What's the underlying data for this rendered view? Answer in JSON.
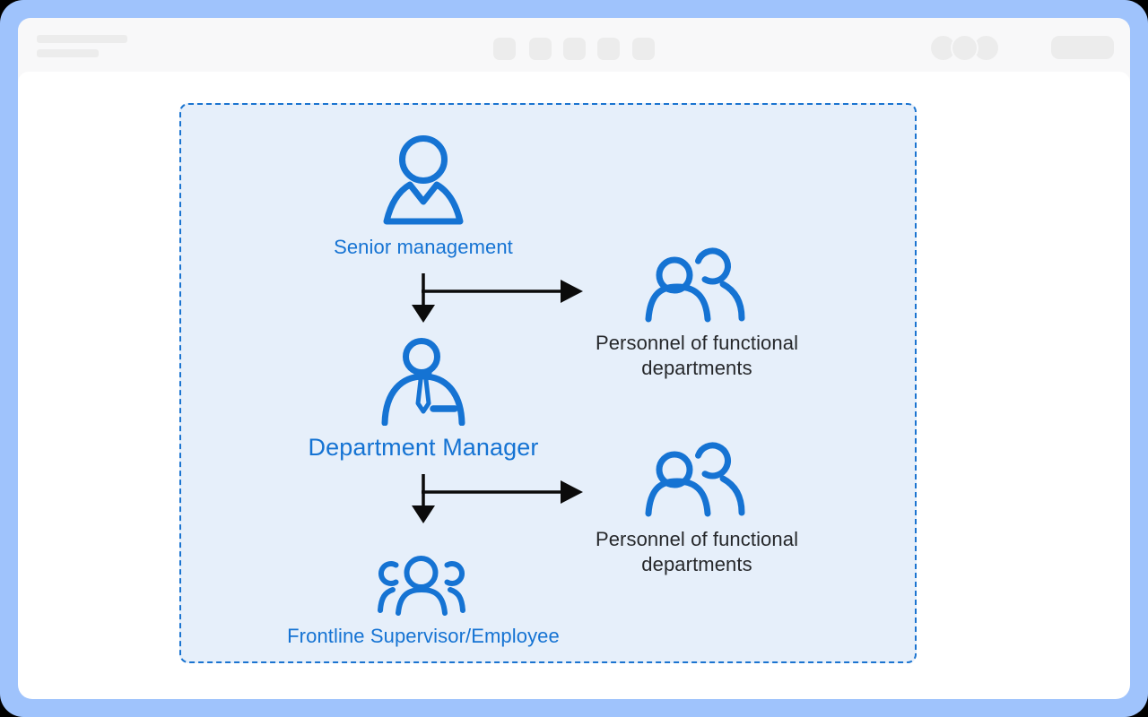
{
  "colors": {
    "accent_blue": "#1573D3",
    "frame_blue": "#9FC3FC",
    "chrome_bg": "#F8F8F9",
    "chrome_item": "#ECECEC",
    "panel_fill": "#E6EFFA",
    "panel_border": "#1B74D0",
    "dark_text": "#26282B",
    "arrow_black": "#0B0B0B"
  },
  "diagram": {
    "senior": {
      "label": "Senior management",
      "icon": "person-collar-icon"
    },
    "personnel_top": {
      "line1": "Personnel of functional",
      "line2": "departments",
      "icon": "two-people-icon"
    },
    "manager": {
      "label": "Department Manager",
      "icon": "person-tie-icon"
    },
    "personnel_bottom": {
      "line1": "Personnel of functional",
      "line2": "departments",
      "icon": "two-people-icon"
    },
    "frontline": {
      "label": "Frontline Supervisor/Employee",
      "icon": "three-people-icon"
    }
  }
}
